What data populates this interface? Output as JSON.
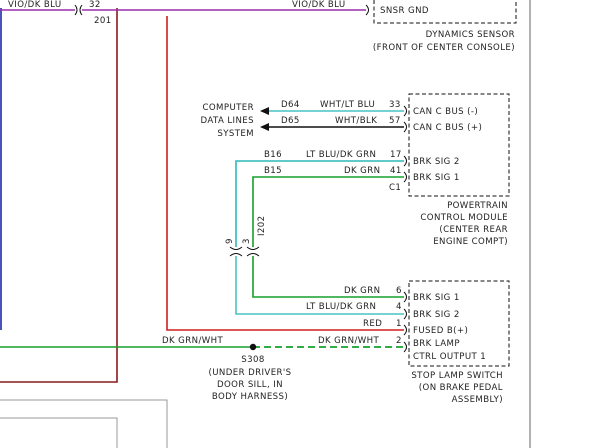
{
  "top_wire": {
    "color_label": "VIO/DK BLU",
    "color_label_right": "VIO/DK BLU",
    "pin": "32",
    "splice": "201"
  },
  "dynamics_sensor": {
    "pin_label": "SNSR GND",
    "name": "DYNAMICS SENSOR",
    "location": "(FRONT OF CENTER CONSOLE)"
  },
  "data_lines": {
    "line1": "COMPUTER",
    "line2": "DATA LINES",
    "line3": "SYSTEM"
  },
  "pcm_wires": {
    "d64_circuit": "D64",
    "d64_color": "WHT/LT BLU",
    "d64_pin": "33",
    "d65_circuit": "D65",
    "d65_color": "WHT/BLK",
    "d65_pin": "57",
    "b16_circuit": "B16",
    "b16_color": "LT BLU/DK GRN",
    "b16_pin": "17",
    "b15_circuit": "B15",
    "b15_color": "DK GRN",
    "b15_pin": "41",
    "connector": "C1"
  },
  "pcm": {
    "pins": [
      "CAN C BUS (-)",
      "CAN C BUS (+)",
      "BRK SIG 2",
      "BRK SIG 1"
    ],
    "name": [
      "POWERTRAIN",
      "CONTROL MODULE",
      "(CENTER REAR",
      "ENGINE COMPT)"
    ]
  },
  "inline_connector": {
    "left_pin": "9",
    "right_pin": "3",
    "name": "I202"
  },
  "stop_wires": {
    "dkgrn_color": "DK GRN",
    "dkgrn_pin": "6",
    "ltblu_color": "LT BLU/DK GRN",
    "ltblu_pin": "4",
    "red_color": "RED",
    "red_pin": "1",
    "dkgrnwht_color": "DK GRN/WHT",
    "dkgrnwht_pin": "2",
    "left_color": "DK GRN/WHT"
  },
  "stop_switch": {
    "pins": [
      "BRK SIG 1",
      "BRK SIG 2",
      "FUSED B(+)",
      "BRK LAMP",
      "CTRL OUTPUT 1"
    ],
    "name": [
      "STOP LAMP SWITCH",
      "(ON BRAKE PEDAL",
      "ASSEMBLY)"
    ]
  },
  "splice_s308": {
    "id": "S308",
    "line1": "(UNDER DRIVER'S",
    "line2": "DOOR SILL, IN",
    "line3": "BODY HARNESS)"
  },
  "wire_colors": {
    "violet": "#9b2fae",
    "red": "#d01e1e",
    "cyan": "#49c3c3",
    "green": "#15a02b",
    "black": "#111111",
    "navy": "#1c2aa8",
    "maroon": "#8b1a1a"
  }
}
